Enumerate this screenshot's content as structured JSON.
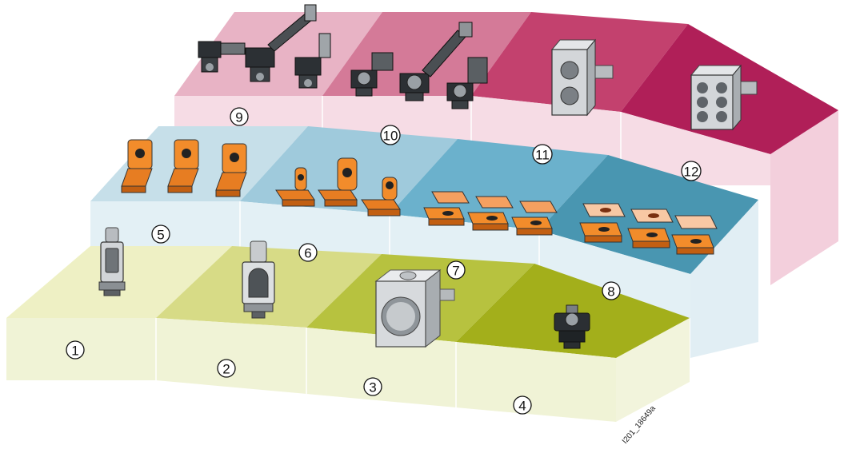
{
  "diagram": {
    "tiers": [
      {
        "name": "lower-tier",
        "colors": [
          "#eef0c4",
          "#d7db86",
          "#b7c23f",
          "#a3af1b"
        ],
        "items": [
          "1",
          "2",
          "3",
          "4"
        ]
      },
      {
        "name": "middle-tier",
        "colors": [
          "#c6dfe9",
          "#9fcadc",
          "#6bb1cc",
          "#4996b1"
        ],
        "items": [
          "5",
          "6",
          "7",
          "8"
        ]
      },
      {
        "name": "upper-tier",
        "colors": [
          "#e8b3c5",
          "#d47a98",
          "#c3416e",
          "#b01f58"
        ],
        "items": [
          "9",
          "10",
          "11",
          "12"
        ]
      }
    ],
    "code_label": "I201_18649a"
  }
}
